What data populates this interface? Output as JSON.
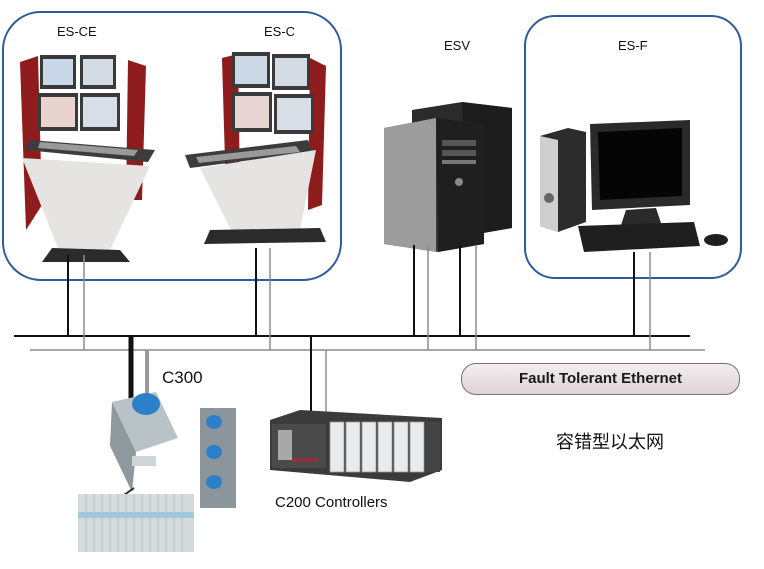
{
  "labels": {
    "es_ce": "ES-CE",
    "es_c": "ES-C",
    "esv": "ESV",
    "es_f": "ES-F",
    "c300": "C300",
    "c200": "C200 Controllers",
    "fte": "Fault Tolerant Ethernet",
    "fte_zh": "容错型以太网"
  },
  "colors": {
    "group_border": "#2f5b9a",
    "network_line": "#111111",
    "network_line_secondary": "#8a8a8a",
    "pill_border": "#7a6f74",
    "controller_accent": "#2e7fc9"
  },
  "icons": {
    "console_left": "operator-console-icon",
    "console_right": "operator-console-icon",
    "server": "tower-server-icon",
    "workstation": "desktop-workstation-icon",
    "c300": "c300-controller-icon",
    "c200": "c200-rack-icon"
  }
}
